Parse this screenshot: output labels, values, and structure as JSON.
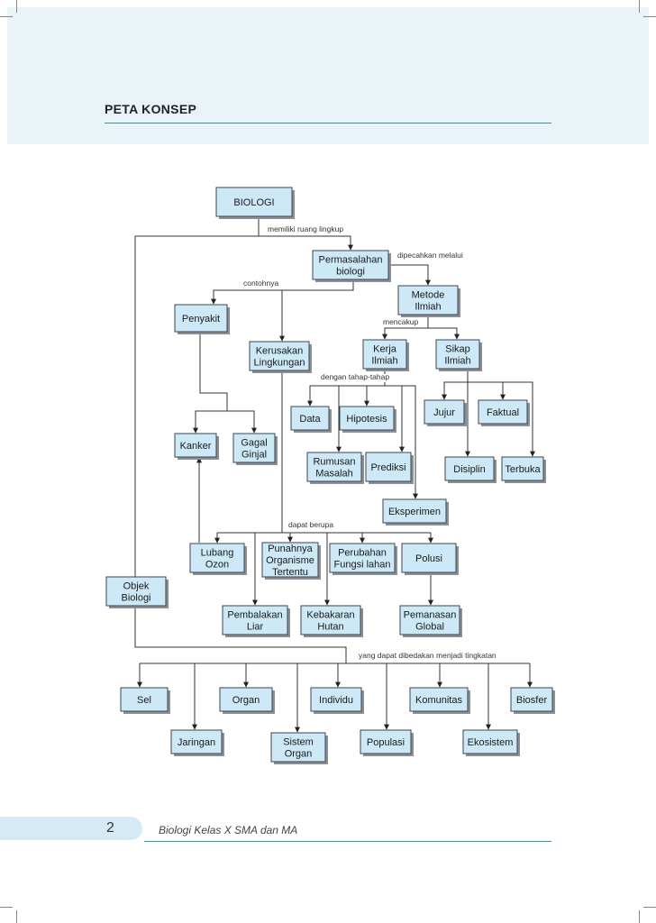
{
  "header": {
    "title": "PETA KONSEP"
  },
  "footer": {
    "page_number": "2",
    "book_title": "Biologi Kelas X SMA dan MA"
  },
  "diagram": {
    "nodes": {
      "biologi": "BIOLOGI",
      "permasalahan": "Permasalahan\nbiologi",
      "metode": "Metode\nIlmiah",
      "penyakit": "Penyakit",
      "kerusakan": "Kerusakan\nLingkungan",
      "kerja": "Kerja\nIlmiah",
      "sikap": "Sikap\nIlmiah",
      "data": "Data",
      "hipotesis": "Hipotesis",
      "jujur": "Jujur",
      "faktual": "Faktual",
      "kanker": "Kanker",
      "gagal": "Gagal\nGinjal",
      "rumusan": "Rumusan\nMasalah",
      "prediksi": "Prediksi",
      "disiplin": "Disiplin",
      "terbuka": "Terbuka",
      "eksperimen": "Eksperimen",
      "lubang": "Lubang\nOzon",
      "punahnya": "Punahnya\nOrganisme\nTertentu",
      "perubahan": "Perubahan\nFungsi lahan",
      "polusi": "Polusi",
      "objek": "Objek\nBiologi",
      "pembalakan": "Pembalakan\nLiar",
      "kebakaran": "Kebakaran\nHutan",
      "pemanasan": "Pemanasan\nGlobal",
      "sel": "Sel",
      "organ": "Organ",
      "individu": "Individu",
      "komunitas": "Komunitas",
      "biosfer": "Biosfer",
      "jaringan": "Jaringan",
      "sistem": "Sistem\nOrgan",
      "populasi": "Populasi",
      "ekosistem": "Ekosistem"
    },
    "edge_labels": {
      "ruang_lingkup": "memiliki ruang lingkup",
      "dipecahkan": "dipecahkan melalui",
      "contohnya": "contohnya",
      "mencakup": "mencakup",
      "tahap": "dengan tahap-tahap",
      "dapat_berupa": "dapat berupa",
      "tingkatan": "yang dapat dibedakan menjadi tingkatan"
    }
  }
}
